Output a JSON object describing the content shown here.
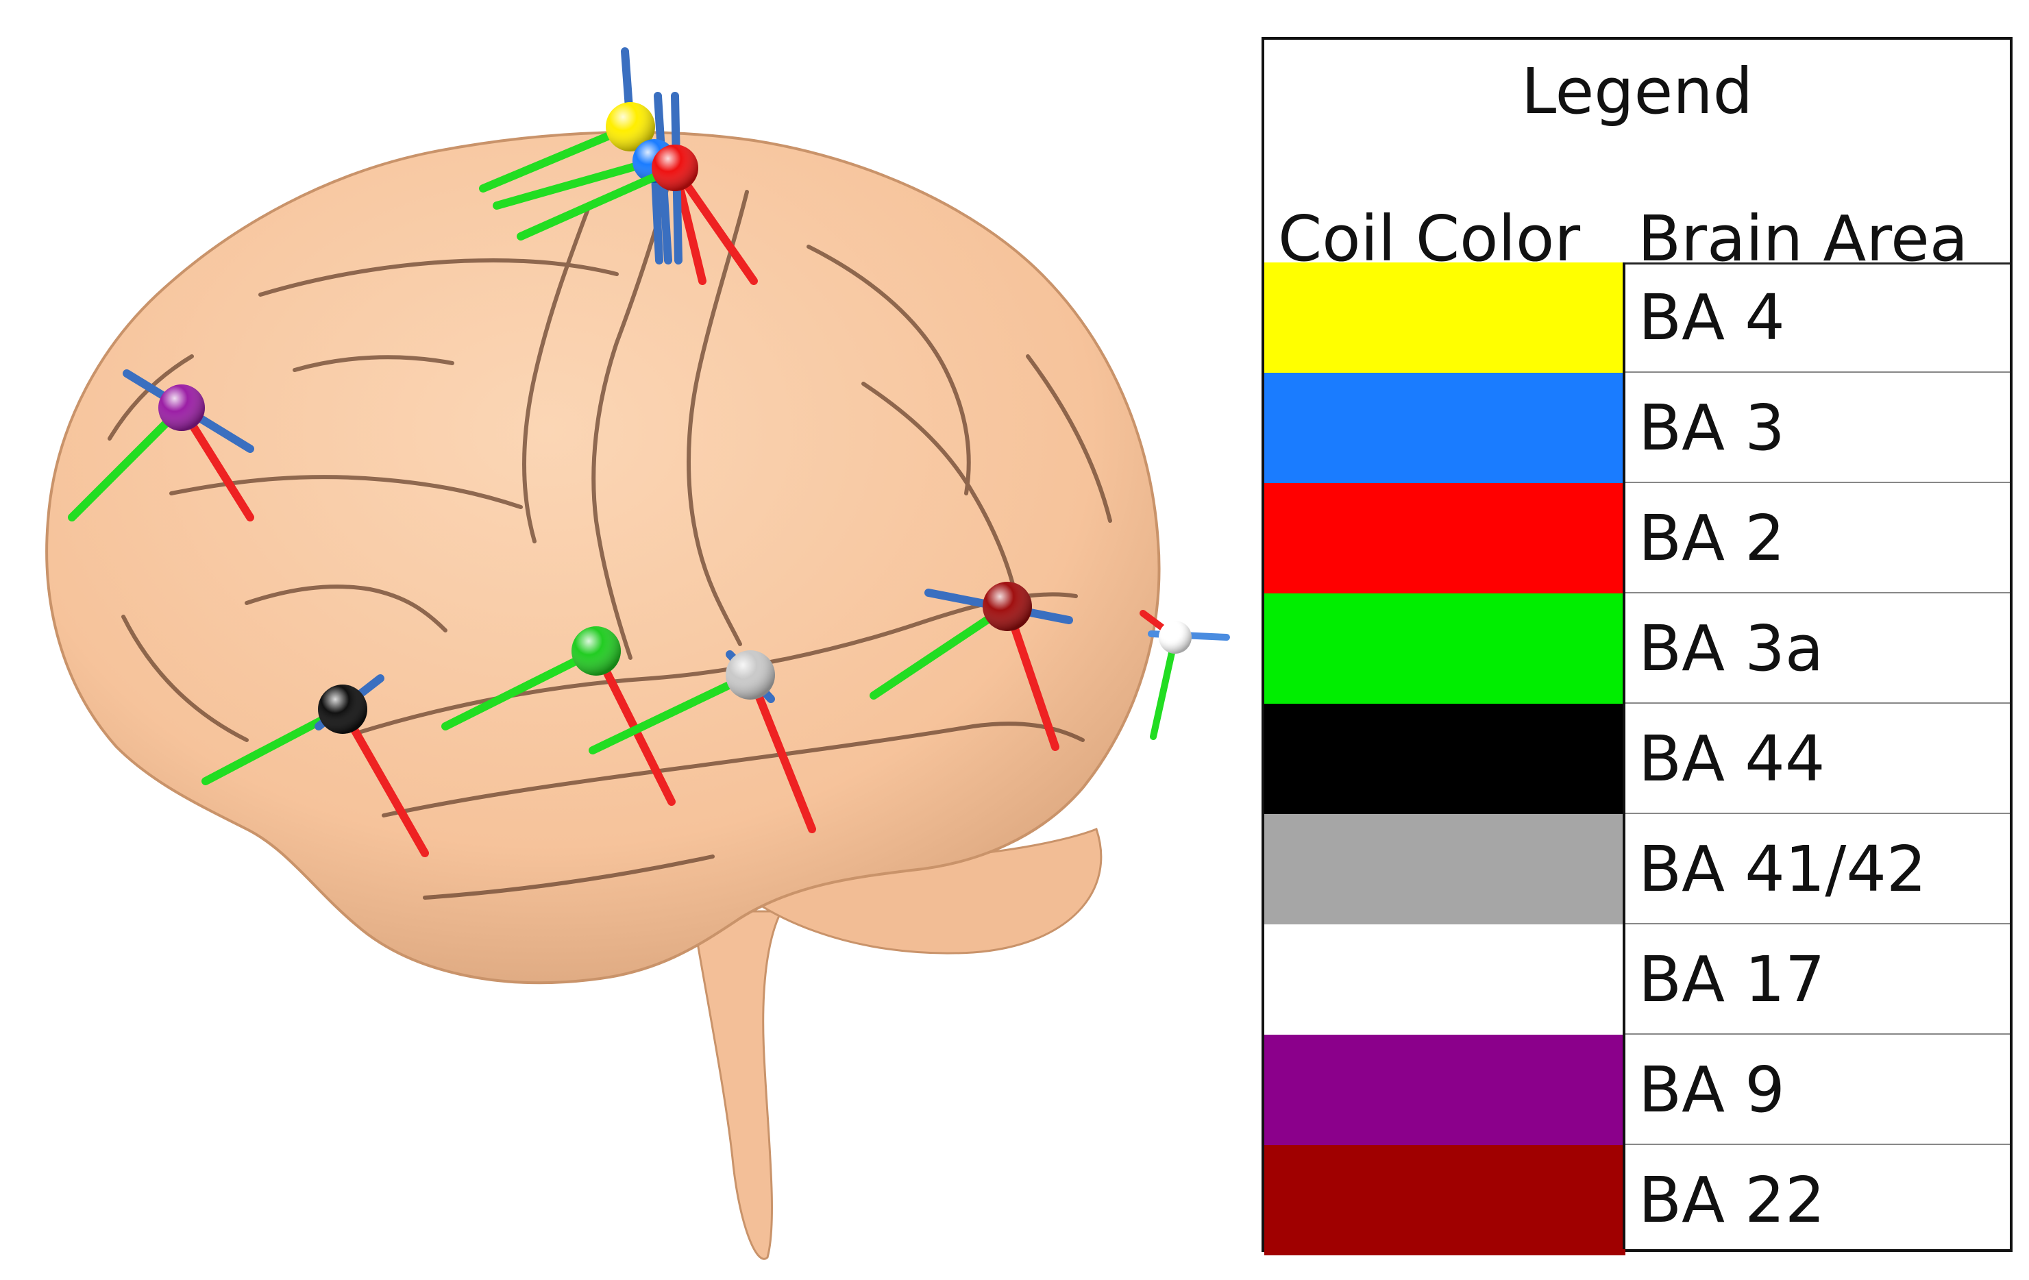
{
  "legend": {
    "title": "Legend",
    "column_coil_color": "Coil Color",
    "column_brain_area": "Brain Area",
    "rows": [
      {
        "area": "BA 4",
        "color": "#ffff00"
      },
      {
        "area": "BA 3",
        "color": "#1a7cff"
      },
      {
        "area": "BA 2",
        "color": "#ff0000"
      },
      {
        "area": "BA 3a",
        "color": "#00ee00"
      },
      {
        "area": "BA 44",
        "color": "#000000"
      },
      {
        "area": "BA 41/42",
        "color": "#a6a6a6"
      },
      {
        "area": "BA 17",
        "color": "#ffffff"
      },
      {
        "area": "BA 9",
        "color": "#8b008b"
      },
      {
        "area": "BA 22",
        "color": "#a00000"
      }
    ]
  },
  "colors": {
    "brain_fill": "#f8c9a2",
    "brain_shadow": "#c9936a",
    "sulcus": "#5a3a28",
    "axis_green": "#22dd22",
    "axis_red": "#ee2222",
    "axis_blue": "#3a6fc0"
  },
  "coils": [
    {
      "area": "BA 4",
      "marker": "yellow-sphere"
    },
    {
      "area": "BA 3",
      "marker": "blue-sphere"
    },
    {
      "area": "BA 2",
      "marker": "red-sphere"
    },
    {
      "area": "BA 3a",
      "marker": "green-sphere"
    },
    {
      "area": "BA 44",
      "marker": "black-sphere"
    },
    {
      "area": "BA 41/42",
      "marker": "gray-sphere"
    },
    {
      "area": "BA 17",
      "marker": "white-sphere"
    },
    {
      "area": "BA 9",
      "marker": "purple-sphere"
    },
    {
      "area": "BA 22",
      "marker": "darkred-sphere"
    }
  ]
}
